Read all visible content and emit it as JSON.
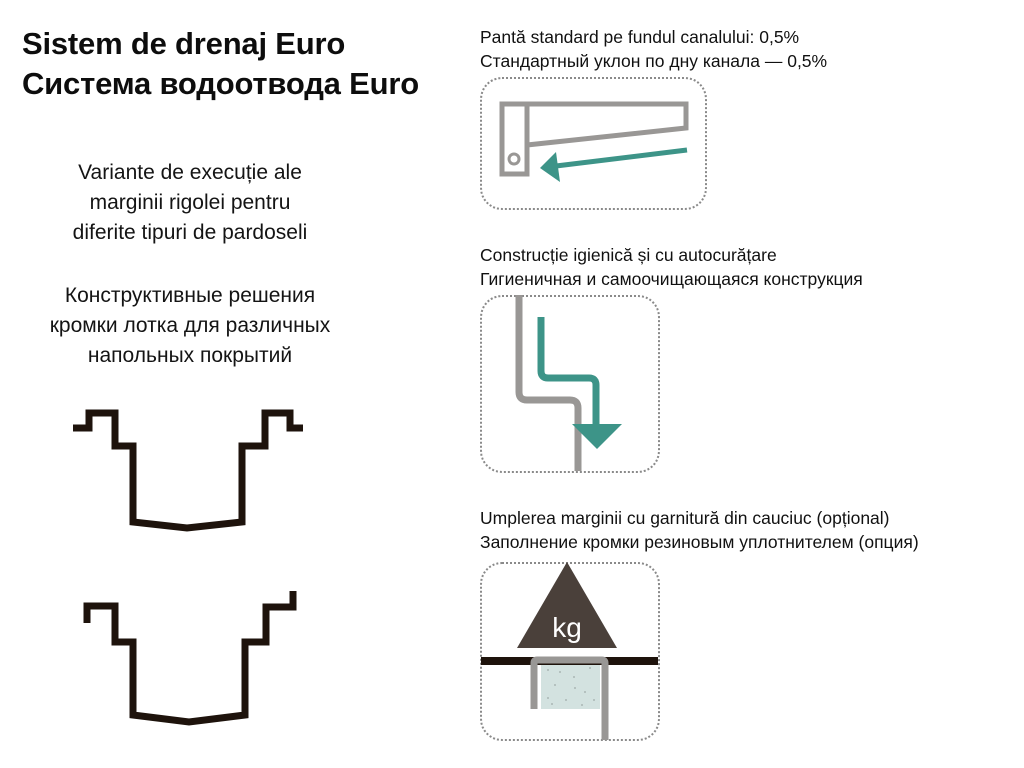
{
  "header": {
    "title_ro": "Sistem de drenaj Euro",
    "title_ru": "Система водоотвода Euro"
  },
  "left_panel": {
    "subtitle_ro": [
      "Variante de execuție ale",
      "marginii rigolei pentru",
      "diferite tipuri de pardoseli"
    ],
    "subtitle_ru": [
      "Конструктивные решения",
      "кромки лотка для различных",
      "напольных покрытий"
    ],
    "profiles": [
      {
        "name": "edge-profile-variant-1",
        "color": "#1e130c"
      },
      {
        "name": "edge-profile-variant-2",
        "color": "#1e130c"
      }
    ]
  },
  "features": [
    {
      "label_ro": "Pantă standard pe fundul canalului: 0,5%",
      "label_ru": "Стандартный уклон по дну канала — 0,5%",
      "icon": "slope-arrow-icon"
    },
    {
      "label_ro": "Construcție igienică și cu autocurățare",
      "label_ru": "Гигиеничная и самоочищающаяся конструкция",
      "icon": "self-cleaning-flow-icon"
    },
    {
      "label_ro": "Umplerea marginii cu garnitură din cauciuc (opțional)",
      "label_ru": "Заполнение кромки резиновым уплотнителем (опция)",
      "icon": "load-rubber-seal-icon",
      "weight_label": "kg"
    }
  ],
  "colors": {
    "gray": "#999795",
    "teal": "#3d9488",
    "dark": "#1e130c",
    "weight_triangle": "#4a403a",
    "seal_fill": "#d3e2e0",
    "dotted_border": "#8a8a8a"
  }
}
